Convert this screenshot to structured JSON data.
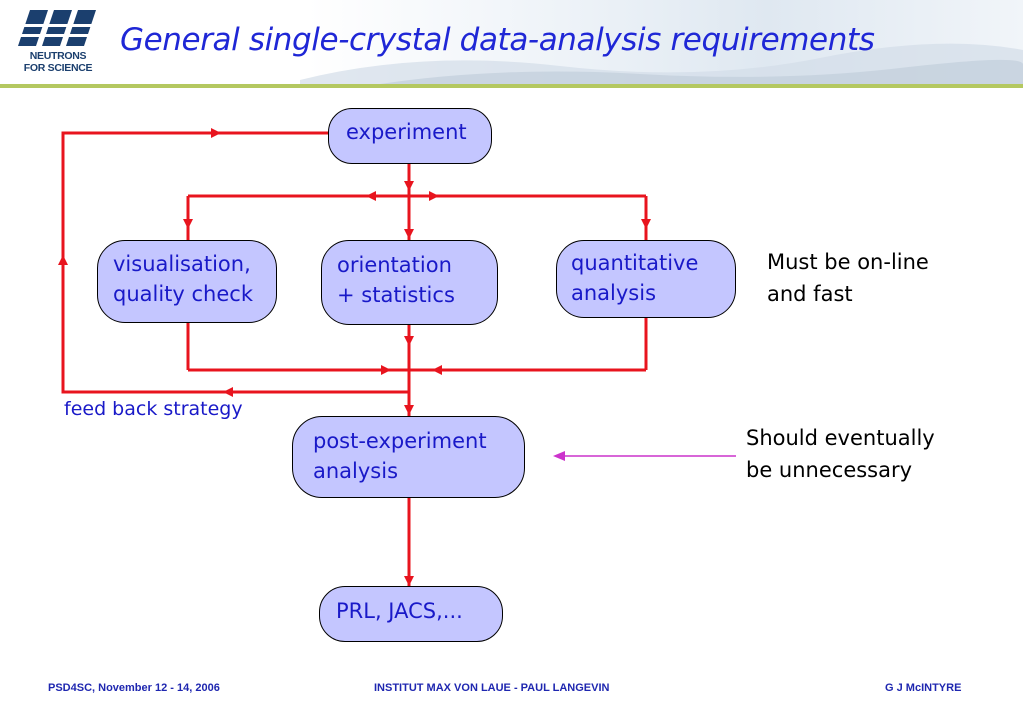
{
  "header": {
    "logo_line1": "NEUTRONS",
    "logo_line2": "FOR SCIENCE",
    "title": "General single-crystal data-analysis requirements"
  },
  "diagram": {
    "nodes": {
      "experiment": "experiment",
      "visualisation": [
        "visualisation,",
        "quality check"
      ],
      "orientation": [
        "orientation",
        "+ statistics"
      ],
      "quantitative": [
        "quantitative",
        "analysis"
      ],
      "post_experiment": [
        "post-experiment",
        "analysis"
      ],
      "publication": "PRL, JACS,..."
    },
    "edge_label_feedback": "feed back strategy",
    "note_online": [
      "Must be on-line",
      "and fast"
    ],
    "note_unnecessary": [
      "Should eventually",
      "be unnecessary"
    ],
    "colors": {
      "arrow": "#e8141e",
      "pointer": "#cc33cc",
      "box_fill": "#c4c6ff",
      "box_text": "#1919c8",
      "title": "#1f27d6"
    }
  },
  "footer": {
    "left": "PSD4SC, November 12 - 14, 2006",
    "center": "INSTITUT MAX VON LAUE - PAUL LANGEVIN",
    "right": "G J McINTYRE"
  }
}
